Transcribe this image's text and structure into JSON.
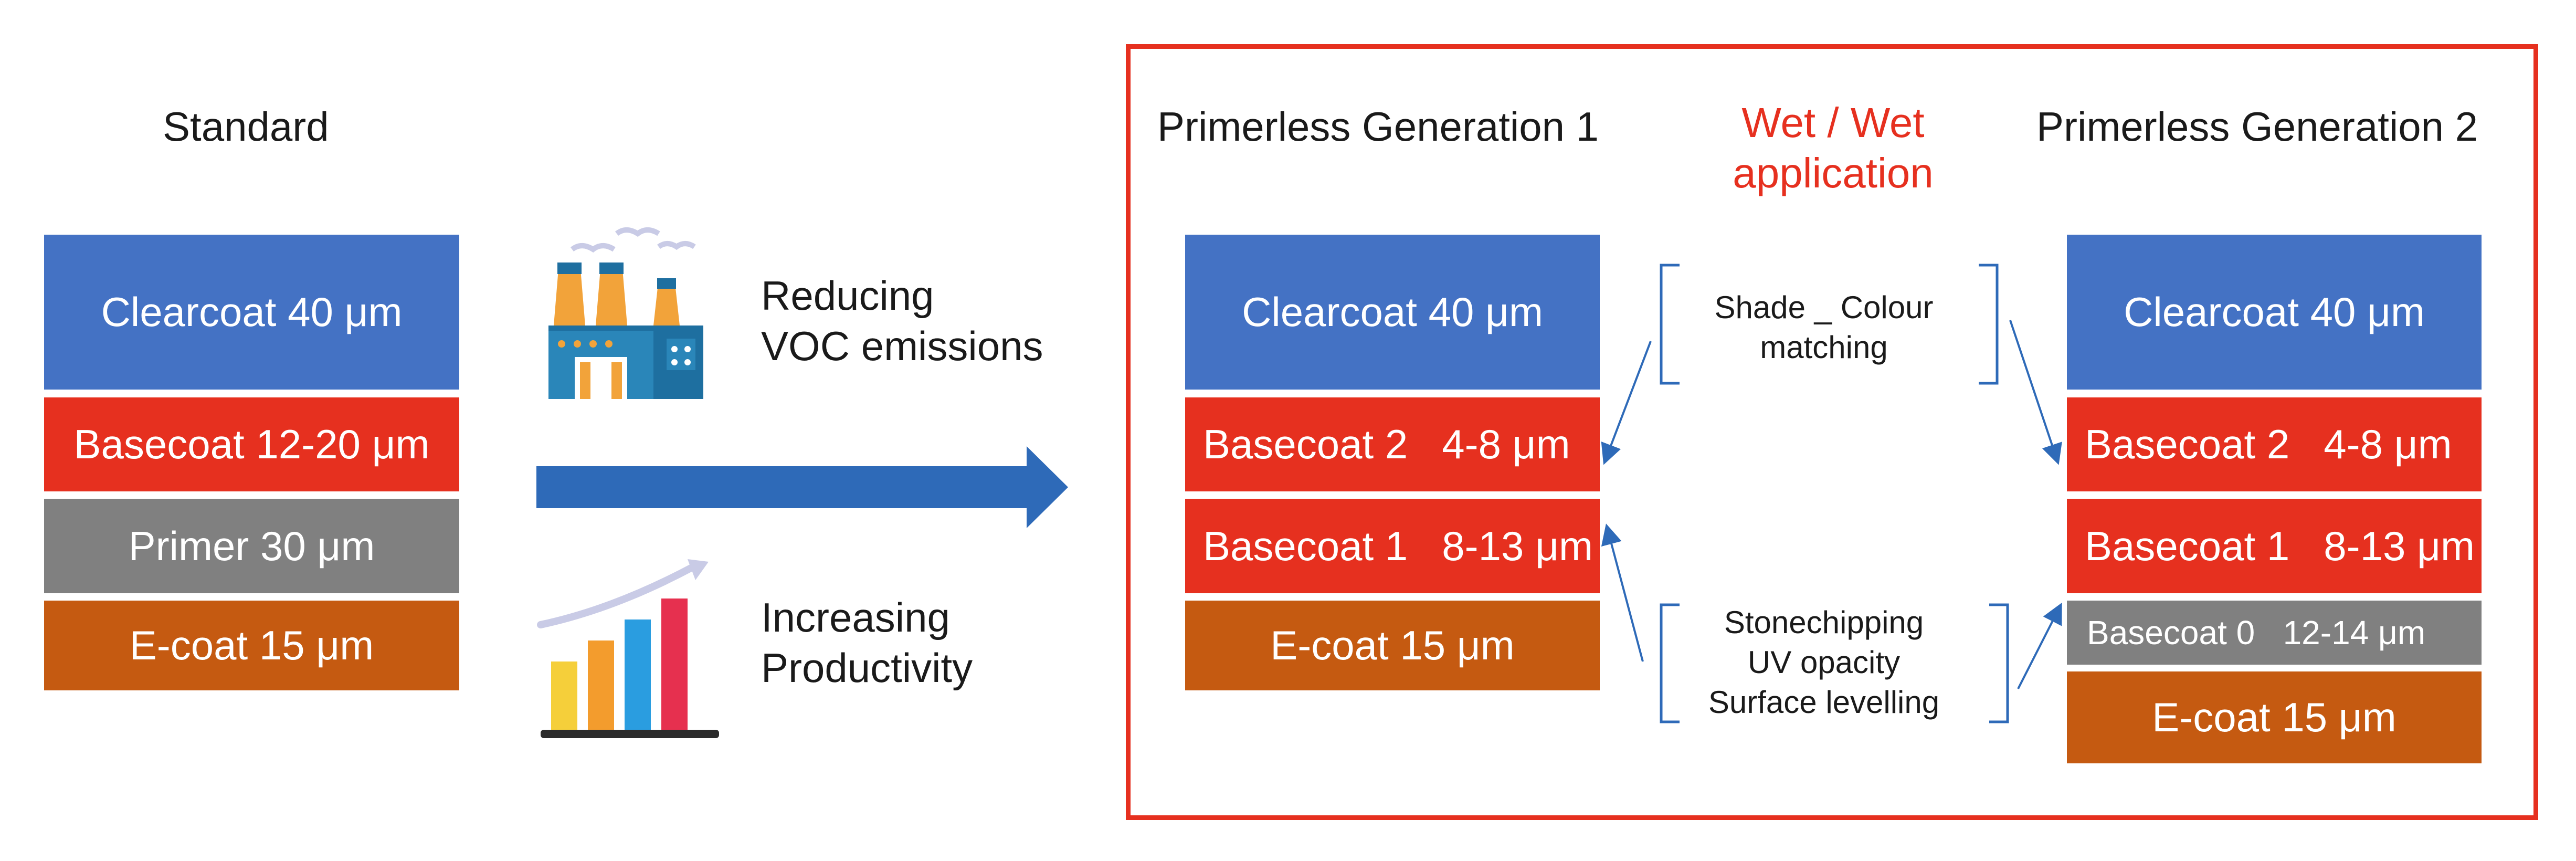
{
  "standard": {
    "title": "Standard",
    "layers": [
      "Clearcoat 40 μm",
      "Basecoat 12-20 μm",
      "Primer 30 μm",
      "E-coat 15 μm"
    ]
  },
  "benefits": {
    "voc": "Reducing\nVOC emissions",
    "productivity": "Increasing\nProductivity"
  },
  "wet_wet": "Wet / Wet\napplication",
  "gen1": {
    "title": "Primerless Generation 1",
    "layers": [
      "Clearcoat 40 μm",
      "Basecoat 2   4-8 μm",
      "Basecoat 1   8-13 μm",
      "E-coat 15 μm"
    ]
  },
  "gen2": {
    "title": "Primerless Generation 2",
    "layers": [
      "Clearcoat 40 μm",
      "Basecoat 2   4-8 μm",
      "Basecoat 1   8-13 μm",
      "Basecoat 0   12-14 μm",
      "E-coat 15 μm"
    ]
  },
  "notes": {
    "top": "Shade _ Colour\nmatching",
    "bottom": "Stonechipping\nUV opacity\nSurface levelling"
  },
  "colors": {
    "clearcoat": "#4472c4",
    "basecoat": "#e6301f",
    "primer": "#808080",
    "ecoat": "#c55a11",
    "arrow": "#2e6ab8",
    "frame": "#e6301f"
  },
  "icons": [
    "factory-icon",
    "bar-chart-growth-icon"
  ]
}
